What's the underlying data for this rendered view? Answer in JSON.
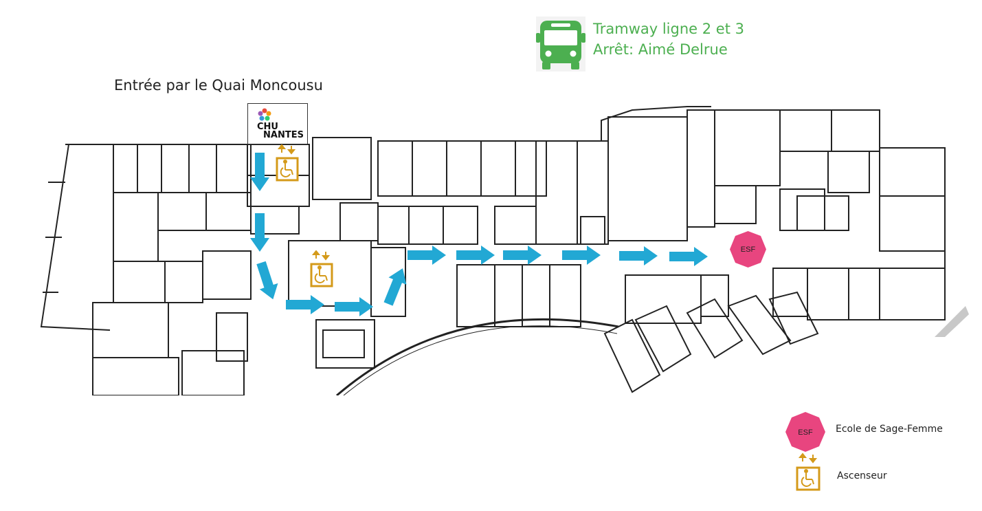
{
  "entrance": {
    "label": "Entrée par le Quai Moncousu"
  },
  "transit": {
    "icon": "bus-icon",
    "line": "Tramway ligne 2 et 3",
    "stop": "Arrêt: Aimé Delrue",
    "color": "#4caf50"
  },
  "logo": {
    "line1": "CHU",
    "line2": "NANTES"
  },
  "destination": {
    "abbr": "ESF",
    "color": "#e8457f"
  },
  "route": {
    "arrow_color": "#22a8d4",
    "icon": "arrow-icon"
  },
  "elevator": {
    "icon": "wheelchair-elevator-icon",
    "color": "#d49a1a"
  },
  "legend": {
    "esf_abbr": "ESF",
    "esf_label": "Ecole de Sage-Femme",
    "elevator_label": "Ascenseur"
  }
}
